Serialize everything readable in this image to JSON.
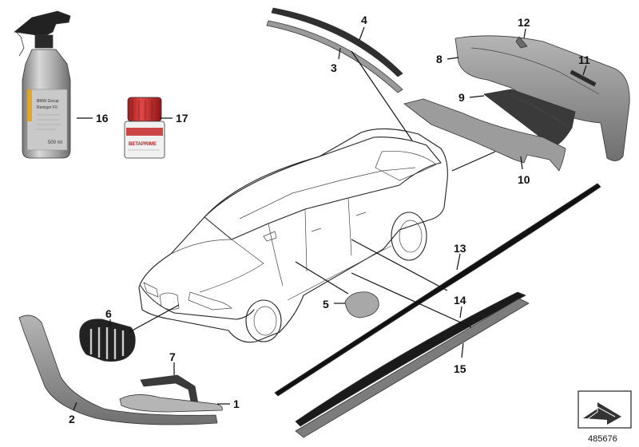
{
  "diagram": {
    "callouts": [
      {
        "id": "1",
        "label": "1"
      },
      {
        "id": "2",
        "label": "2"
      },
      {
        "id": "3",
        "label": "3"
      },
      {
        "id": "4",
        "label": "4"
      },
      {
        "id": "5",
        "label": "5"
      },
      {
        "id": "6",
        "label": "6"
      },
      {
        "id": "7",
        "label": "7"
      },
      {
        "id": "8",
        "label": "8"
      },
      {
        "id": "9",
        "label": "9"
      },
      {
        "id": "10",
        "label": "10"
      },
      {
        "id": "11",
        "label": "11"
      },
      {
        "id": "12",
        "label": "12"
      },
      {
        "id": "13",
        "label": "13"
      },
      {
        "id": "14",
        "label": "14"
      },
      {
        "id": "15",
        "label": "15"
      },
      {
        "id": "16",
        "label": "16"
      },
      {
        "id": "17",
        "label": "17"
      }
    ],
    "spray_bottle_volume": "500 ml",
    "spray_bottle_brand": "BMW Group",
    "spray_bottle_product": "Reiniger F0",
    "primer_product": "BETAPRIME",
    "diagram_number": "485676"
  },
  "colors": {
    "part_gray": "#8d8d8d",
    "part_dark": "#3c3c3c",
    "bottle_silver": "#b8b8b8",
    "cap_red": "#c62828"
  }
}
